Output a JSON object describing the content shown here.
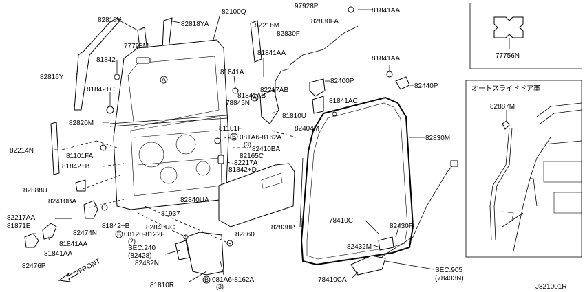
{
  "labels": {
    "p82818Y": "82818Y",
    "p82818YA": "82818YA",
    "p82100Q": "82100Q",
    "p97928P": "97928P",
    "p82830F": "82830F",
    "p82830FA": "82830FA",
    "p81841AA_top": "81841AA",
    "p82216M": "82216M",
    "p77798M": "77798M",
    "p81842": "81842",
    "p81841AA_mid": "81841AA",
    "p81841AA_r": "81841AA",
    "p82816Y": "82816Y",
    "p81842C": "81842+C",
    "p81841A": "81841A",
    "p82400P": "82400P",
    "p82440P": "82440P",
    "p82217AB": "82217AB",
    "p81841AB": "81841AB",
    "p78845N": "78845N",
    "p81841AC": "81841AC",
    "p81810U": "81810U",
    "p82404M": "82404M",
    "p82820M": "82820M",
    "p81101F": "81101F",
    "p081A6a": "081A6-8162A",
    "p081A6a_q": "(3)",
    "p82410BA_r": "82410BA",
    "p82830M": "82830M",
    "p82214N": "82214N",
    "p81101FA": "81101FA",
    "p82165C": "82165C",
    "p82217A": "82217A",
    "p81842B": "81842+B",
    "p81842D": "81842+D",
    "p82888U": "82888U",
    "p82410BA_l": "82410BA",
    "p82840UA": "82840UA",
    "p81937": "81937",
    "p82217AA": "82217AA",
    "p81871E": "81871E",
    "p82474N": "82474N",
    "p81842B2": "81842+B",
    "p82840UC": "82840UC",
    "p82860": "82860",
    "p82838P": "82838P",
    "p78410C": "78410C",
    "p82430P": "82430P",
    "p08120": "08120-8122F",
    "p08120_q": "(2)",
    "p81841AA_b1": "81841AA",
    "p81841AA_b2": "81841AA",
    "p82476P": "82476P",
    "sec240": "SEC.240",
    "sec240_ref": "(82428)",
    "p82482N": "82482N",
    "p82432M": "82432M",
    "front": "FRONT",
    "p81810R": "81810R",
    "p081A6b": "081A6-8162A",
    "p081A6b_q": "(3)",
    "p78410CA": "78410CA",
    "sec905": "SEC.905",
    "sec905_ref": "(78403N)",
    "p77756N": "77756N",
    "inset_title": "オートスライドドア車",
    "p82887M": "82887M",
    "diagram_id": "J821001R",
    "circle_a": "A",
    "circle_b": "B"
  }
}
